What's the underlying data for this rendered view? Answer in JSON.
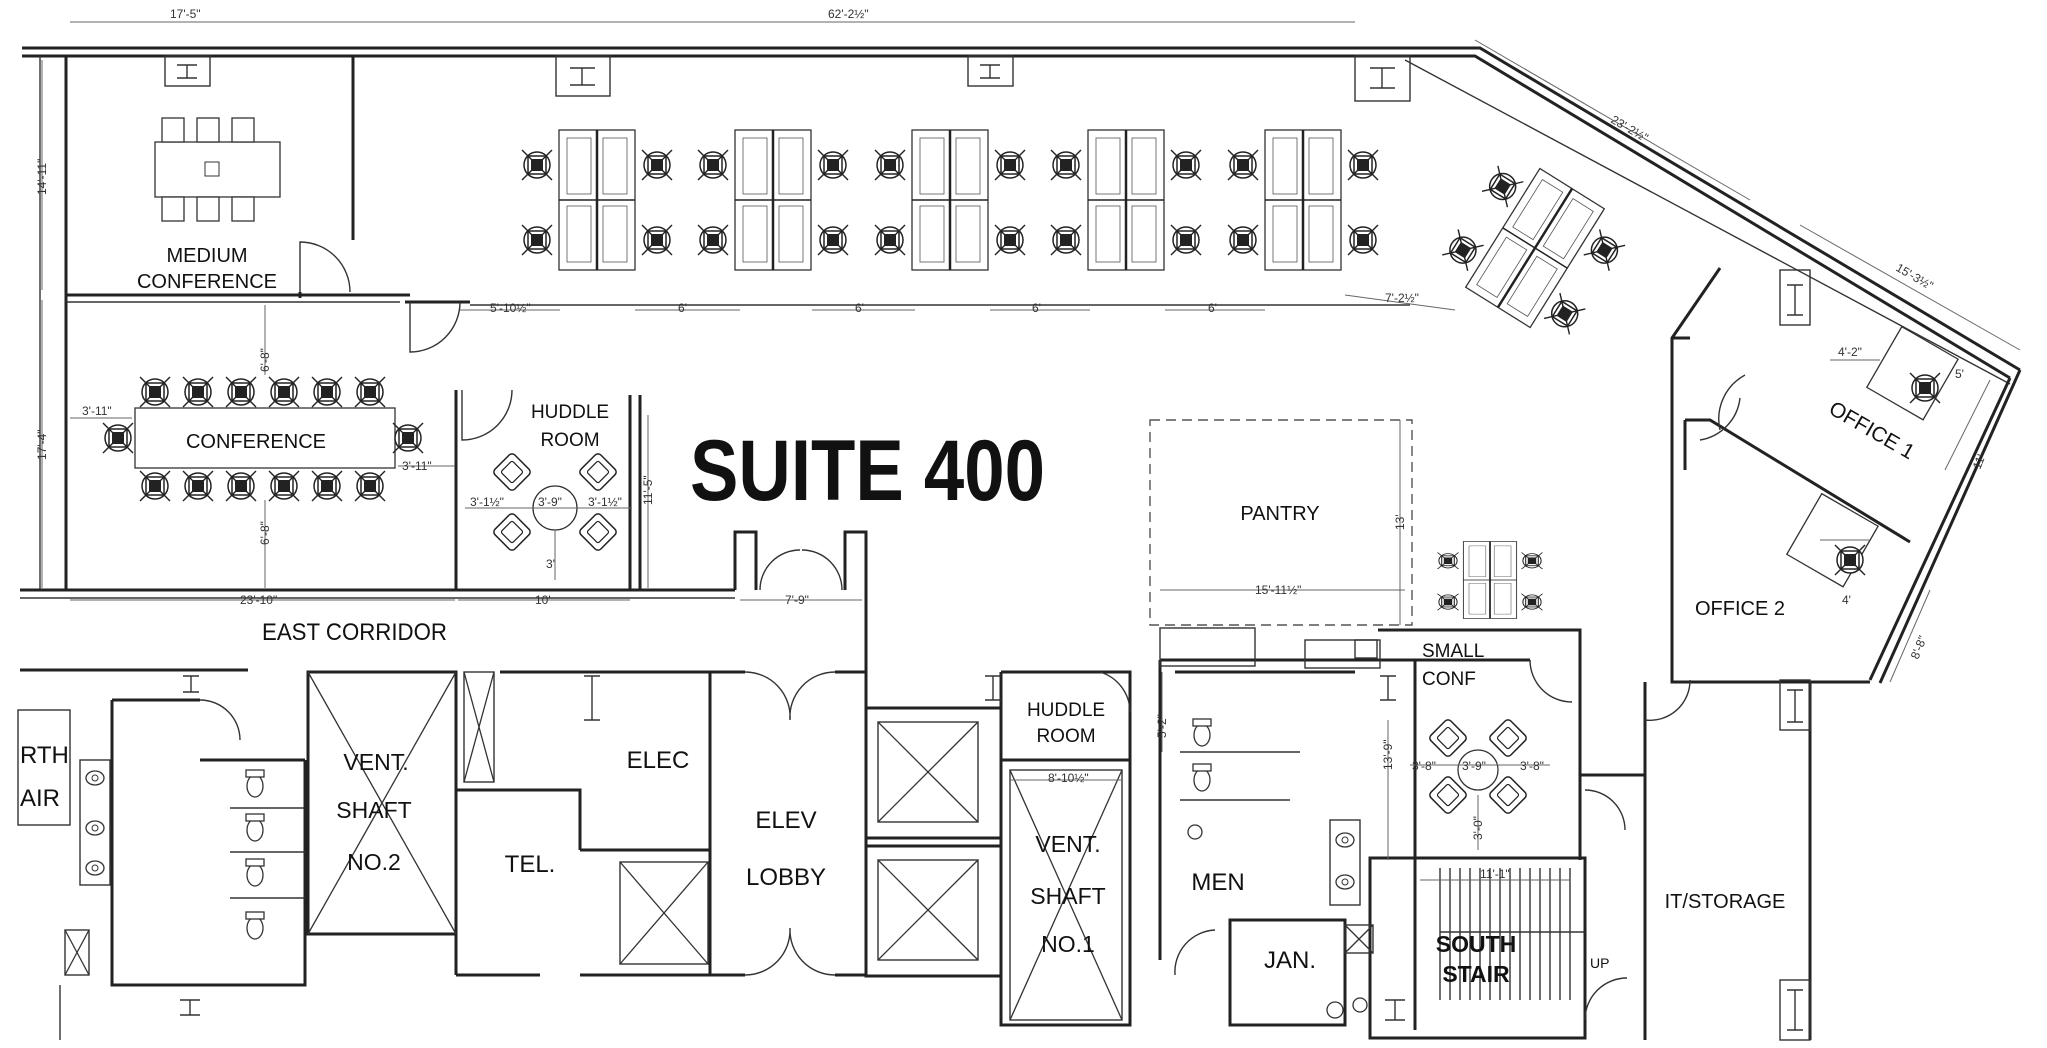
{
  "suite_title": "SUITE 400",
  "rooms": {
    "medium_conference": [
      "MEDIUM",
      "CONFERENCE"
    ],
    "conference": "CONFERENCE",
    "huddle_room_1": [
      "HUDDLE",
      "ROOM"
    ],
    "pantry": "PANTRY",
    "office_1": "OFFICE 1",
    "office_2": "OFFICE 2",
    "small_conf": [
      "SMALL",
      "CONF"
    ],
    "east_corridor": "EAST CORRIDOR",
    "vent_shaft_2": [
      "VENT.",
      "SHAFT",
      "NO.2"
    ],
    "elec": "ELEC",
    "tel": "TEL.",
    "elev_lobby": [
      "ELEV",
      "LOBBY"
    ],
    "huddle_room_2": [
      "HUDDLE",
      "ROOM"
    ],
    "vent_shaft_1": [
      "VENT.",
      "SHAFT",
      "NO.1"
    ],
    "men": "MEN",
    "jan": "JAN.",
    "south_stair": [
      "SOUTH",
      "STAIR"
    ],
    "stair_up": "UP",
    "it_storage": "IT/STORAGE",
    "north_stair_partial": [
      "RTH",
      "AIR"
    ]
  },
  "dimensions": {
    "d_17_5": "17'-5\"",
    "d_62_2": "62'-2½\"",
    "d_23_2": "23'-2½\"",
    "d_15_3": "15'-3½\"",
    "d_14_11": "14'-11\"",
    "d_17_4": "17'-4\"",
    "d_3_11a": "3'-11\"",
    "d_3_11b": "3'-11\"",
    "d_6_8a": "6'-8\"",
    "d_6_8b": "6'-8\"",
    "d_23_10": "23'-10\"",
    "d_10": "10'",
    "d_7_9": "7'-9\"",
    "d_5_10": "5'-10½\"",
    "d_6a": "6'",
    "d_6b": "6'",
    "d_6c": "6'",
    "d_6d": "6'",
    "d_7_2": "7'-2½\"",
    "d_11_5": "11'-5\"",
    "d_3_1a": "3'-1½\"",
    "d_3_9a": "3'-9\"",
    "d_3_1b": "3'-1½\"",
    "d_3_v": "3'",
    "d_13": "13'",
    "d_15_11": "15'-11½\"",
    "d_4_2": "4'-2\"",
    "d_5": "5'",
    "d_11": "11'",
    "d_4": "4'",
    "d_8_8": "8'-8\"",
    "d_5_2": "5'-2\"",
    "d_8_10": "8'-10½\"",
    "d_13_9": "13'-9\"",
    "d_3_8a": "3'-8\"",
    "d_3_9b": "3'-9\"",
    "d_3_8b": "3'-8\"",
    "d_3_0": "3'-0\"",
    "d_11_1": "11'-1\""
  }
}
